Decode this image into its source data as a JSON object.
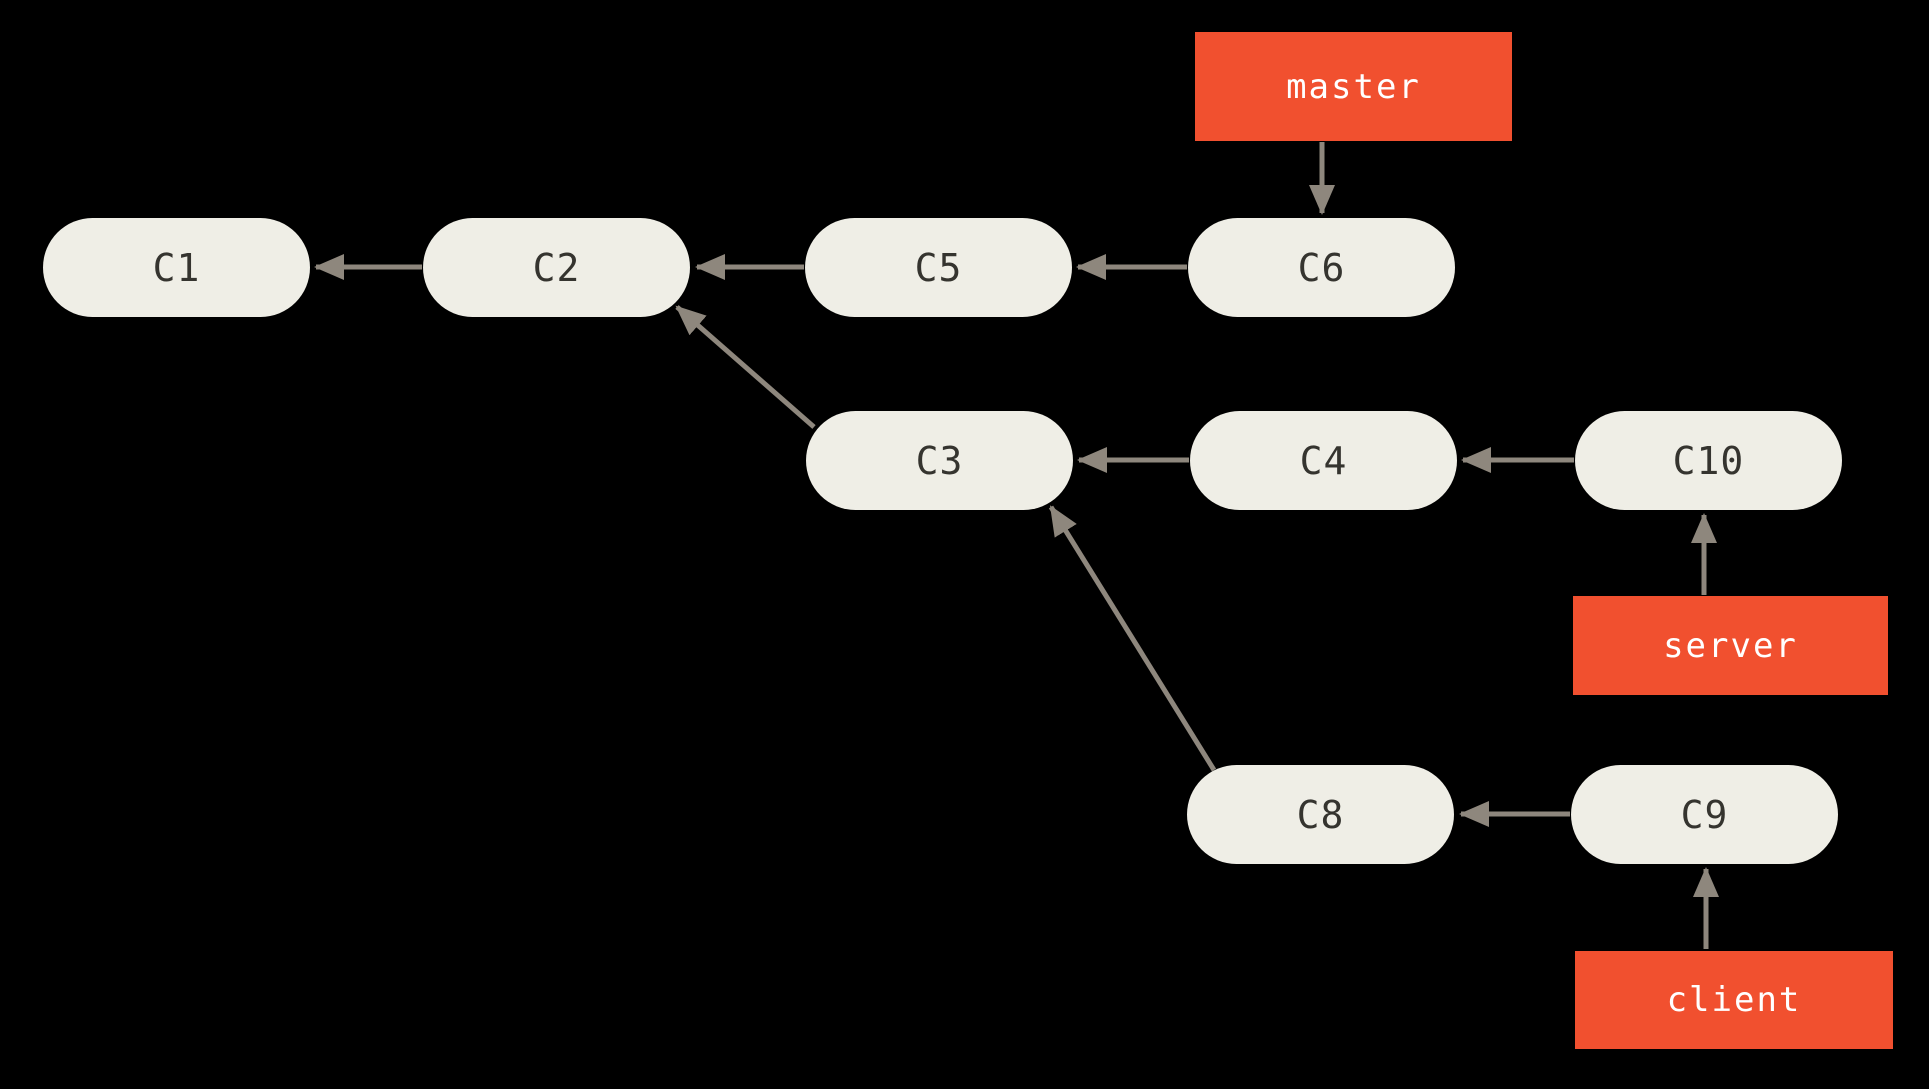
{
  "diagram": {
    "type": "git-commit-graph",
    "colors": {
      "background": "#000000",
      "commit_fill": "#efeee6",
      "commit_text": "#35342f",
      "branch_fill": "#f1502f",
      "branch_text": "#ffffff",
      "arrow": "#8e877d"
    },
    "commits": [
      {
        "id": "C1",
        "label": "C1",
        "parents": []
      },
      {
        "id": "C2",
        "label": "C2",
        "parents": [
          "C1"
        ]
      },
      {
        "id": "C3",
        "label": "C3",
        "parents": [
          "C2"
        ]
      },
      {
        "id": "C4",
        "label": "C4",
        "parents": [
          "C3"
        ]
      },
      {
        "id": "C5",
        "label": "C5",
        "parents": [
          "C2"
        ]
      },
      {
        "id": "C6",
        "label": "C6",
        "parents": [
          "C5"
        ]
      },
      {
        "id": "C8",
        "label": "C8",
        "parents": [
          "C3"
        ]
      },
      {
        "id": "C9",
        "label": "C9",
        "parents": [
          "C8"
        ]
      },
      {
        "id": "C10",
        "label": "C10",
        "parents": [
          "C4"
        ]
      }
    ],
    "branches": [
      {
        "label": "master",
        "points_to": "C6"
      },
      {
        "label": "server",
        "points_to": "C10"
      },
      {
        "label": "client",
        "points_to": "C9"
      }
    ]
  }
}
